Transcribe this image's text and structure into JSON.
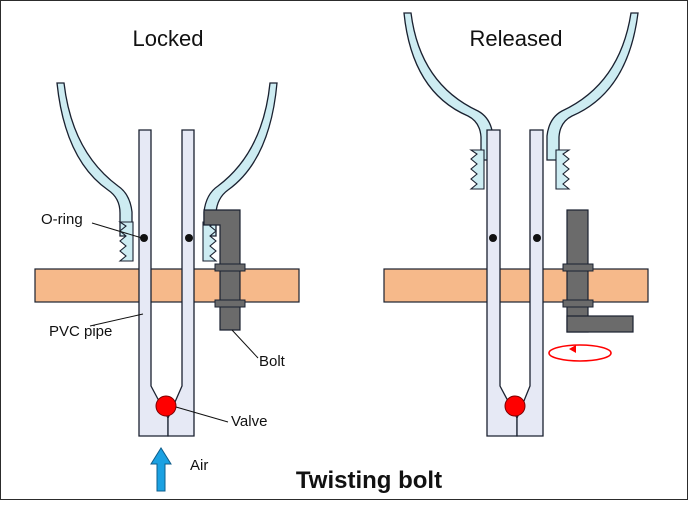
{
  "diagram": {
    "headings": {
      "locked": "Locked",
      "released": "Released"
    },
    "labels": {
      "oring": "O-ring",
      "pvc_pipe": "PVC pipe",
      "bolt": "Bolt",
      "valve": "Valve",
      "air": "Air"
    },
    "footer_title": "Twisting bolt"
  },
  "colors": {
    "pipe_fill": "#e6e9f5",
    "bowl_fill": "#cdecf2",
    "plank_fill": "#f6b98a",
    "bolt_fill": "#6b6b6b",
    "valve_fill": "#ff0000",
    "arrow_fill": "#1ba1e2",
    "rotation_arrow": "#ff0000",
    "outline": "#1a2130"
  }
}
